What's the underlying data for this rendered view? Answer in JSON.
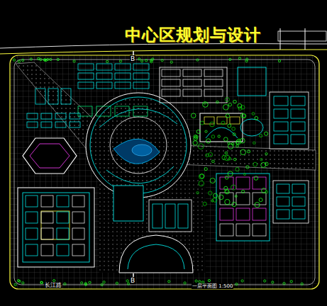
{
  "diagram": {
    "title": "中心区规划与设计",
    "labels": [
      "B",
      "B",
      "长江路",
      "一层平面图 1:500"
    ]
  }
}
